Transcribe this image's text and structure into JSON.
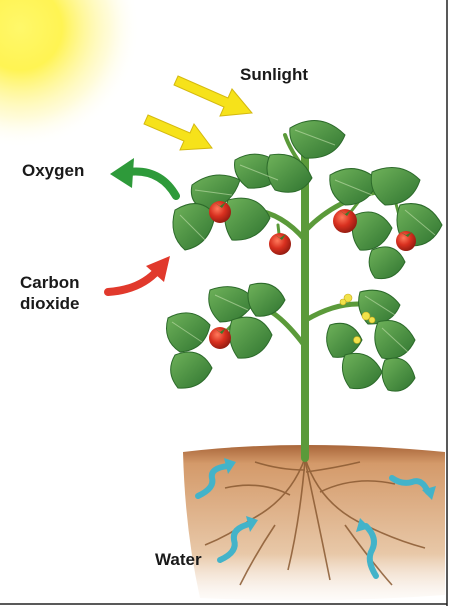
{
  "labels": {
    "sunlight": "Sunlight",
    "oxygen": "Oxygen",
    "carbon_dioxide": "Carbon dioxide",
    "water": "Water"
  },
  "colors": {
    "sun": "#fff34a",
    "sunlight_arrow": "#f6e21a",
    "oxygen_arrow": "#2e9a3a",
    "carbon_dioxide_arrow": "#e1392c",
    "water_arrow": "#43b3c9",
    "soil": "#d49a6a",
    "leaf": "#3f8f3a",
    "stem": "#5b9a3a",
    "tomato": "#cc2a1f",
    "flower": "#f1e24a",
    "frame": "#222222"
  },
  "icons": {
    "sun": "sun-icon",
    "sunlight": "sunlight-arrow-icon",
    "oxygen": "oxygen-arrow-icon",
    "carbon_dioxide": "carbon-dioxide-arrow-icon",
    "water": "water-arrow-icon",
    "plant": "tomato-plant-icon",
    "soil": "soil-icon"
  }
}
